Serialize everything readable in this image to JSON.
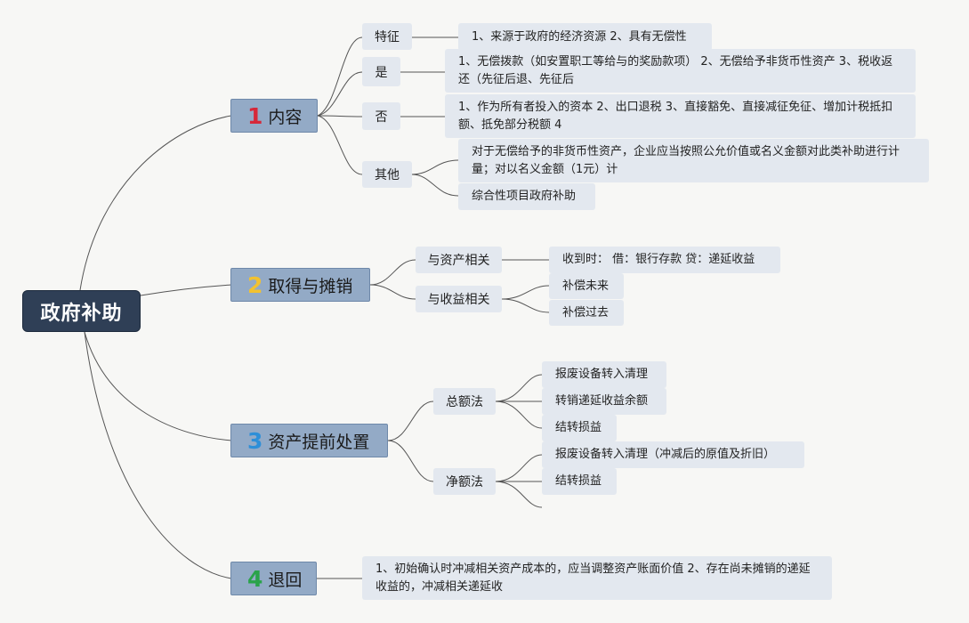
{
  "root": "政府补助",
  "branches": [
    {
      "num": "1",
      "num_color": "#d62839",
      "label": "内容",
      "children": [
        {
          "label": "特征",
          "leaves": [
            "1、来源于政府的经济资源 2、具有无偿性"
          ]
        },
        {
          "label": "是",
          "leaves": [
            "1、无偿拨款（如安置职工等给与的奖励款项） 2、无偿给予非货币性资产 3、税收返还（先征后退、先征后"
          ]
        },
        {
          "label": "否",
          "leaves": [
            "1、作为所有者投入的资本 2、出口退税 3、直接豁免、直接减征免征、增加计税抵扣额、抵免部分税额 4"
          ]
        },
        {
          "label": "其他",
          "leaves": [
            "对于无偿给予的非货币性资产，企业应当按照公允价值或名义金额对此类补助进行计量；对以名义金额（1元）计",
            "综合性项目政府补助"
          ]
        }
      ]
    },
    {
      "num": "2",
      "num_color": "#f2c230",
      "label": "取得与摊销",
      "children": [
        {
          "label": "与资产相关",
          "leaves": [
            "收到时： 借：银行存款 贷：递延收益"
          ]
        },
        {
          "label": "与收益相关",
          "leaves": [
            "补偿未来",
            "补偿过去"
          ]
        }
      ]
    },
    {
      "num": "3",
      "num_color": "#2e8fd8",
      "label": "资产提前处置",
      "children": [
        {
          "label": "总额法",
          "leaves": [
            "报废设备转入清理",
            "转销递延收益余额",
            "结转损益"
          ]
        },
        {
          "label": "净额法",
          "leaves": [
            "报废设备转入清理（冲减后的原值及折旧）",
            "结转损益",
            ""
          ]
        }
      ]
    },
    {
      "num": "4",
      "num_color": "#2aa34a",
      "label": "退回",
      "leaves": [
        "1、初始确认时冲减相关资产成本的，应当调整资产账面价值 2、存在尚未摊销的递延收益的，冲减相关递延收"
      ]
    }
  ],
  "colors": {
    "root_bg": "#2f3f56",
    "topic_bg": "#93aac6",
    "box_bg": "#e3e8ef",
    "line": "#555555"
  }
}
